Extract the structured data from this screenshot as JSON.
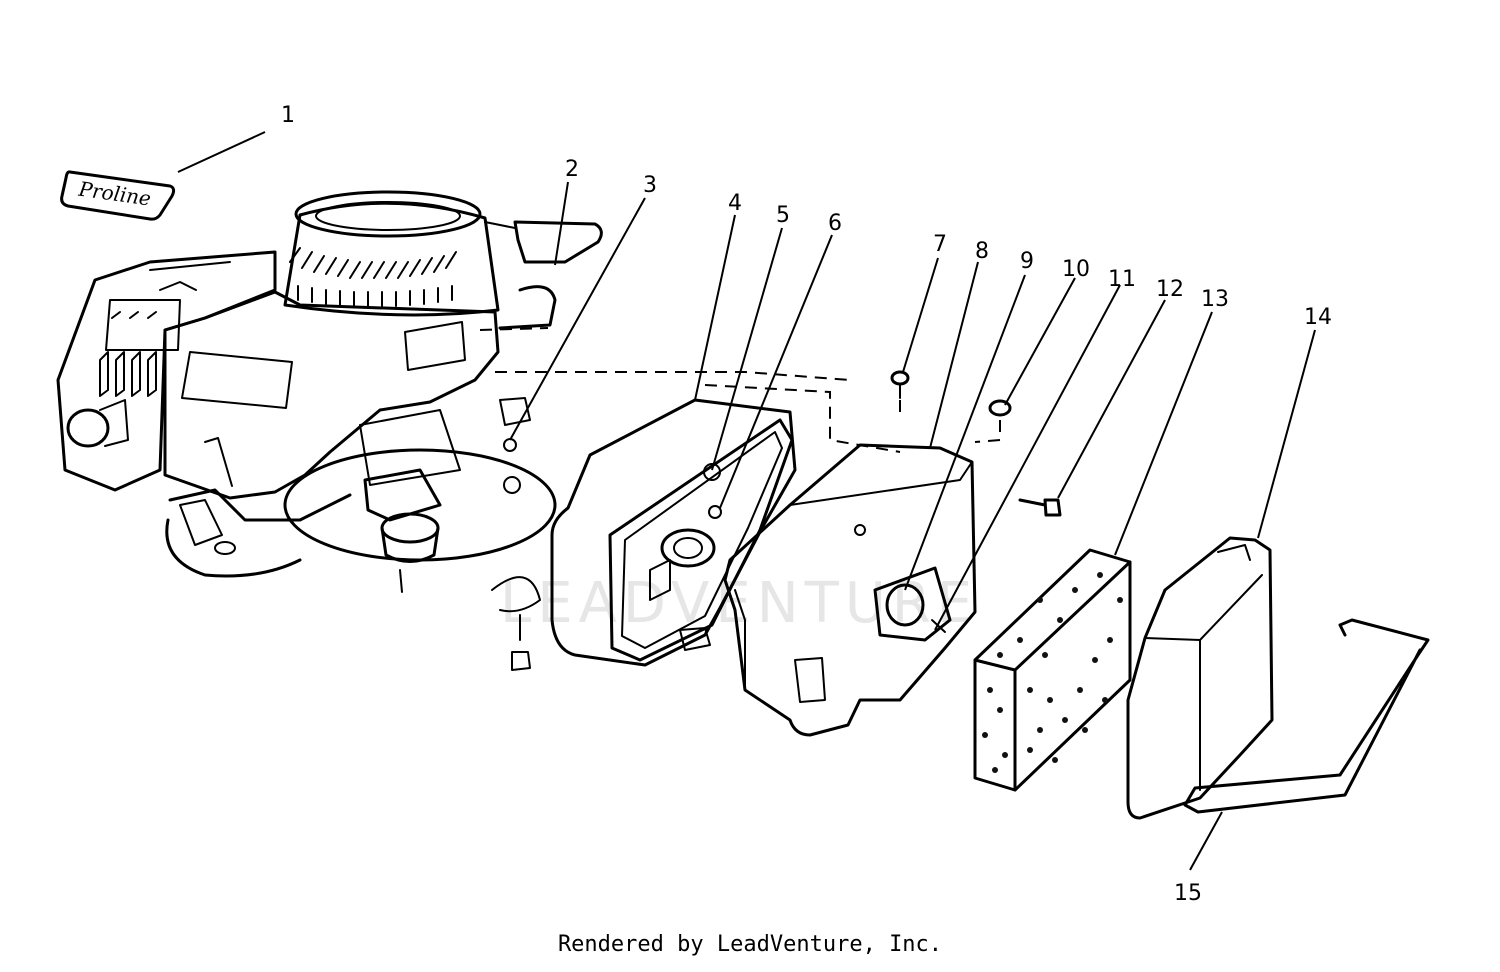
{
  "callouts": [
    {
      "id": "1",
      "label": "1"
    },
    {
      "id": "2",
      "label": "2"
    },
    {
      "id": "3",
      "label": "3"
    },
    {
      "id": "4",
      "label": "4"
    },
    {
      "id": "5",
      "label": "5"
    },
    {
      "id": "6",
      "label": "6"
    },
    {
      "id": "7",
      "label": "7"
    },
    {
      "id": "8",
      "label": "8"
    },
    {
      "id": "9",
      "label": "9"
    },
    {
      "id": "10",
      "label": "10"
    },
    {
      "id": "11",
      "label": "11"
    },
    {
      "id": "12",
      "label": "12"
    },
    {
      "id": "13",
      "label": "13"
    },
    {
      "id": "14",
      "label": "14"
    },
    {
      "id": "15",
      "label": "15"
    }
  ],
  "decal_text": "Proline",
  "watermark": "LEADVENTURE",
  "footer": "Rendered by LeadVenture, Inc."
}
